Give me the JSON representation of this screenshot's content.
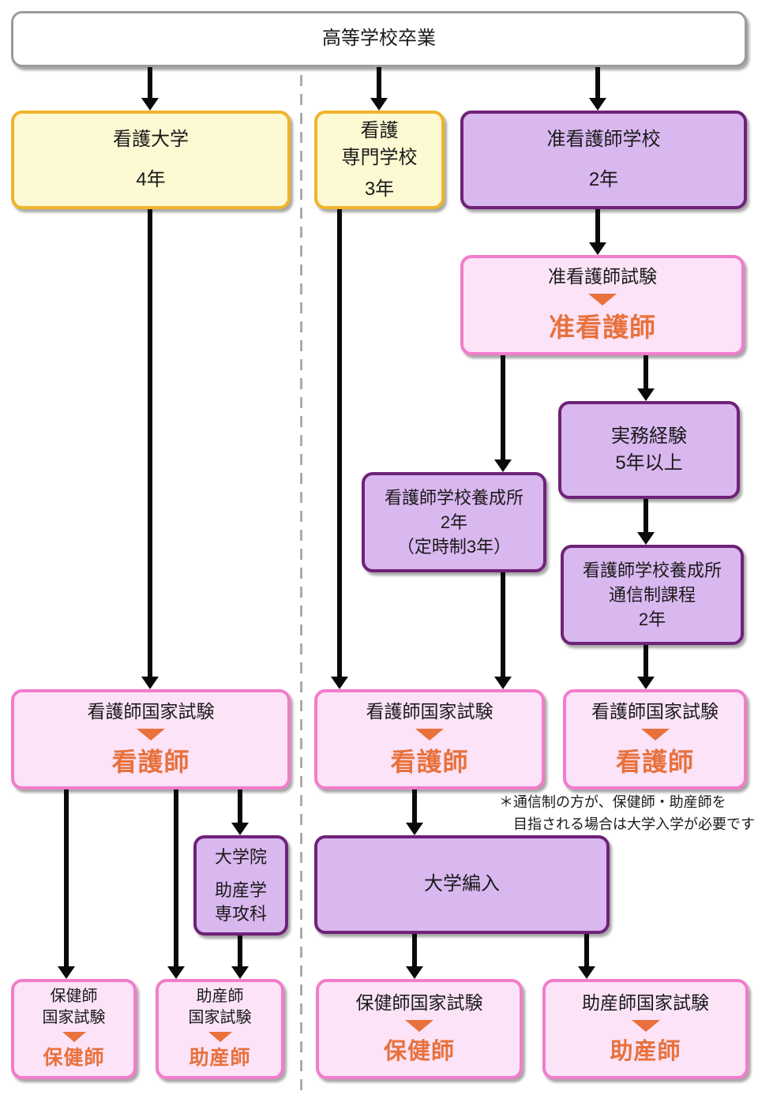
{
  "colors": {
    "yellow-fill": "#FDF9D3",
    "yellow-border": "#F0B42C",
    "purple-fill": "#D9B7EF",
    "purple-border": "#6F2277",
    "pink-fill": "#FCE3F8",
    "pink-border": "#F37CCB",
    "orange": "#E8713C",
    "gray-border": "#9B9B9B",
    "arrow": "#0A0A0A",
    "dash": "#ABABAB",
    "text": "#1A1A1A"
  },
  "nodes": {
    "highschool": {
      "label": "高等学校卒業"
    },
    "nursing_university": {
      "name": "看護大学",
      "duration": "4年"
    },
    "nursing_vocational_school": {
      "name_line1": "看護",
      "name_line2": "専門学校",
      "duration": "3年"
    },
    "assistant_nurse_school": {
      "name": "准看護師学校",
      "duration": "2年"
    },
    "assistant_nurse_exam": {
      "exam": "准看護師試験",
      "result": "准看護師"
    },
    "work_experience": {
      "line1": "実務経験",
      "line2": "5年以上"
    },
    "nurse_training_school": {
      "line1": "看護師学校養成所",
      "line2": "2年",
      "line3": "（定時制3年）"
    },
    "correspondence_course": {
      "line1": "看護師学校養成所",
      "line2": "通信制課程",
      "line3": "2年"
    },
    "nurse_exam_univ": {
      "exam": "看護師国家試験",
      "result": "看護師"
    },
    "nurse_exam_vocational": {
      "exam": "看護師国家試験",
      "result": "看護師"
    },
    "nurse_exam_correspondence": {
      "exam": "看護師国家試験",
      "result": "看護師"
    },
    "graduate_school": {
      "line1": "大学院",
      "line2": "助産学",
      "line3": "専攻科"
    },
    "university_transfer": {
      "label": "大学編入"
    },
    "phn_exam_left": {
      "exam_line1": "保健師",
      "exam_line2": "国家試験",
      "result": "保健師"
    },
    "midwife_exam_left": {
      "exam_line1": "助産師",
      "exam_line2": "国家試験",
      "result": "助産師"
    },
    "phn_exam_right": {
      "exam": "保健師国家試験",
      "result": "保健師"
    },
    "midwife_exam_right": {
      "exam": "助産師国家試験",
      "result": "助産師"
    }
  },
  "note": {
    "line1": "＊通信制の方が、保健師・助産師を",
    "line2": "目指される場合は大学入学が必要です"
  }
}
